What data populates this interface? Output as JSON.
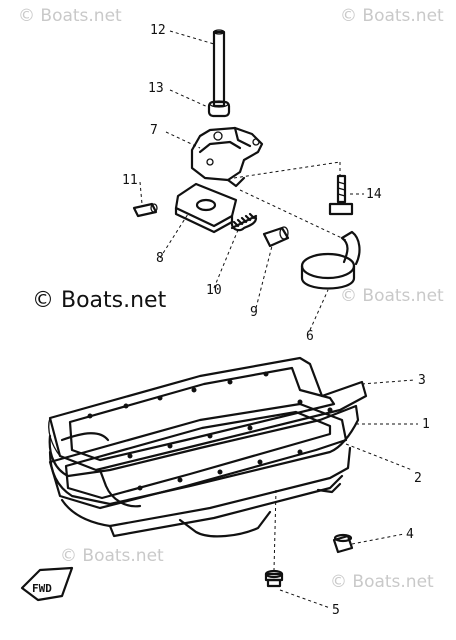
{
  "watermarks": {
    "top_left": "© Boats.net",
    "top_right": "© Boats.net",
    "main": "© Boats.net",
    "right_mid": "© Boats.net",
    "bottom_left": "© Boats.net",
    "bottom_right": "© Boats.net"
  },
  "callouts": {
    "c1": "1",
    "c2": "2",
    "c3": "3",
    "c4": "4",
    "c5": "5",
    "c6": "6",
    "c7": "7",
    "c8": "8",
    "c9": "9",
    "c10": "10",
    "c11": "11",
    "c12": "12",
    "c13": "13",
    "c14": "14"
  },
  "fwd_label": "FWD"
}
